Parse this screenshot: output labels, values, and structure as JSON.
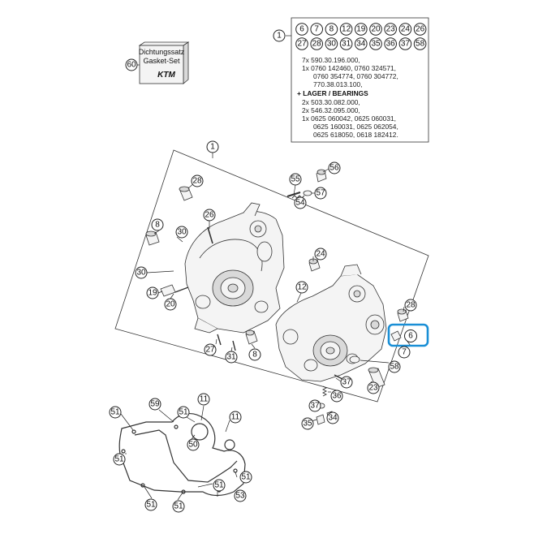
{
  "kit_box": {
    "ref": "1",
    "refs_row1": [
      "6",
      "7",
      "8",
      "12",
      "19",
      "20",
      "23",
      "24",
      "26"
    ],
    "refs_row2": [
      "27",
      "28",
      "30",
      "31",
      "34",
      "35",
      "36",
      "37",
      "58"
    ],
    "lines": [
      "7x 590.30.196.000,",
      "1x 0760 142460, 0760 324571,",
      "0760 354774, 0760 304772,",
      "770.38.013.100,"
    ],
    "bearings_heading": "+ LAGER / BEARINGS",
    "bearing_lines": [
      "2x 503.30.082.000,",
      "2x 546.32.095.000,",
      "1x 0625 060042, 0625 060031,",
      "0625 160031, 0625 062054,",
      "0625 618050, 0618 182412."
    ]
  },
  "gasket_set": {
    "ref": "60",
    "line1": "Dichtungssatz",
    "line2": "Gasket-Set",
    "brand": "KTM"
  },
  "callouts": [
    {
      "id": "1",
      "label": "1"
    },
    {
      "id": "28a",
      "label": "28"
    },
    {
      "id": "55",
      "label": "55"
    },
    {
      "id": "56",
      "label": "56"
    },
    {
      "id": "54",
      "label": "54"
    },
    {
      "id": "57",
      "label": "57"
    },
    {
      "id": "26",
      "label": "26"
    },
    {
      "id": "8a",
      "label": "8"
    },
    {
      "id": "30a",
      "label": "30"
    },
    {
      "id": "24",
      "label": "24"
    },
    {
      "id": "30b",
      "label": "30"
    },
    {
      "id": "19",
      "label": "19"
    },
    {
      "id": "20",
      "label": "20"
    },
    {
      "id": "12",
      "label": "12"
    },
    {
      "id": "28b",
      "label": "28"
    },
    {
      "id": "6",
      "label": "6"
    },
    {
      "id": "7",
      "label": "7"
    },
    {
      "id": "27",
      "label": "27"
    },
    {
      "id": "31",
      "label": "31"
    },
    {
      "id": "8b",
      "label": "8"
    },
    {
      "id": "58",
      "label": "58"
    },
    {
      "id": "37a",
      "label": "37"
    },
    {
      "id": "23",
      "label": "23"
    },
    {
      "id": "36",
      "label": "36"
    },
    {
      "id": "37b",
      "label": "37"
    },
    {
      "id": "35",
      "label": "35"
    },
    {
      "id": "34",
      "label": "34"
    },
    {
      "id": "59",
      "label": "59"
    },
    {
      "id": "11a",
      "label": "11"
    },
    {
      "id": "51a",
      "label": "51"
    },
    {
      "id": "51b",
      "label": "51"
    },
    {
      "id": "50",
      "label": "50"
    },
    {
      "id": "11b",
      "label": "11"
    },
    {
      "id": "51c",
      "label": "51"
    },
    {
      "id": "51d",
      "label": "51"
    },
    {
      "id": "51e",
      "label": "51"
    },
    {
      "id": "51f",
      "label": "51"
    },
    {
      "id": "51g",
      "label": "51"
    },
    {
      "id": "53",
      "label": "53"
    }
  ],
  "highlight_color": "#1a8fd6"
}
